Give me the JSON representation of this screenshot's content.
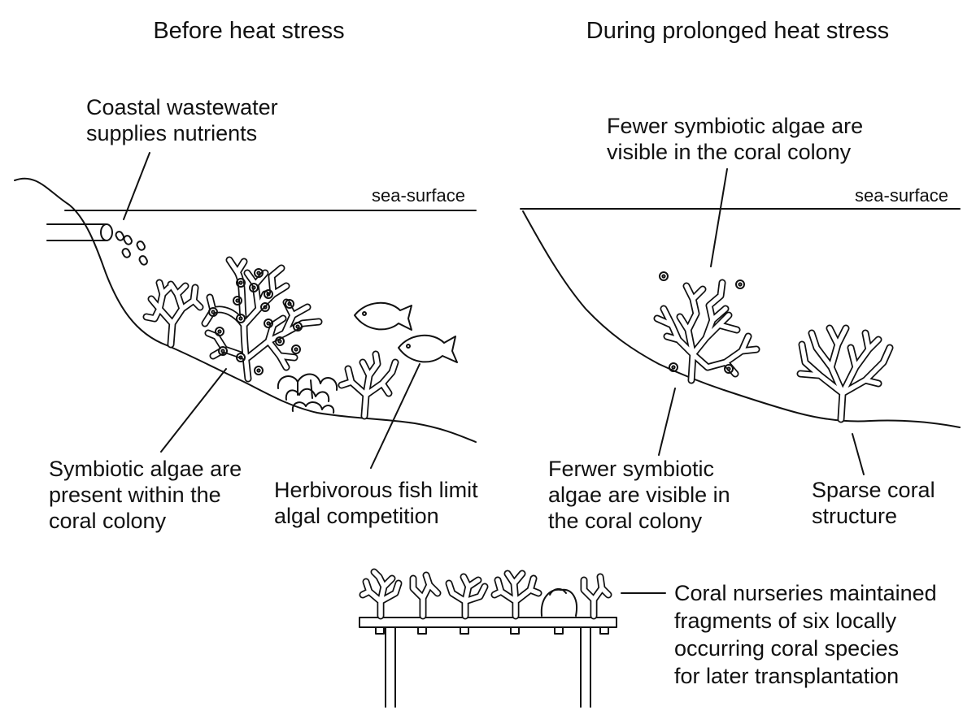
{
  "panels": {
    "before": {
      "heading": "Before heat stress",
      "sea_surface": "sea-surface",
      "wastewater_label": [
        "Coastal wastewater",
        "supplies nutrients"
      ],
      "algae_label": [
        "Symbiotic algae are",
        "present within the",
        "coral colony"
      ],
      "fish_label": [
        "Herbivorous fish limit",
        "algal competition"
      ]
    },
    "during": {
      "heading": "During prolonged heat stress",
      "sea_surface": "sea-surface",
      "top_label": [
        "Fewer symbiotic algae are",
        "visible in the coral colony"
      ],
      "lower_label": [
        "Ferwer symbiotic",
        "algae are visible in",
        "the coral colony"
      ],
      "sparse_label": [
        "Sparse coral",
        "structure"
      ]
    }
  },
  "nursery": {
    "label": [
      "Coral nurseries maintained",
      "fragments of six locally",
      "occurring coral species",
      "for later transplantation"
    ]
  },
  "icons": [
    "outfall-pipe-icon",
    "nutrient-particles-icon",
    "branching-coral-icon",
    "fish-icon",
    "brain-coral-icon",
    "nursery-table-icon"
  ]
}
